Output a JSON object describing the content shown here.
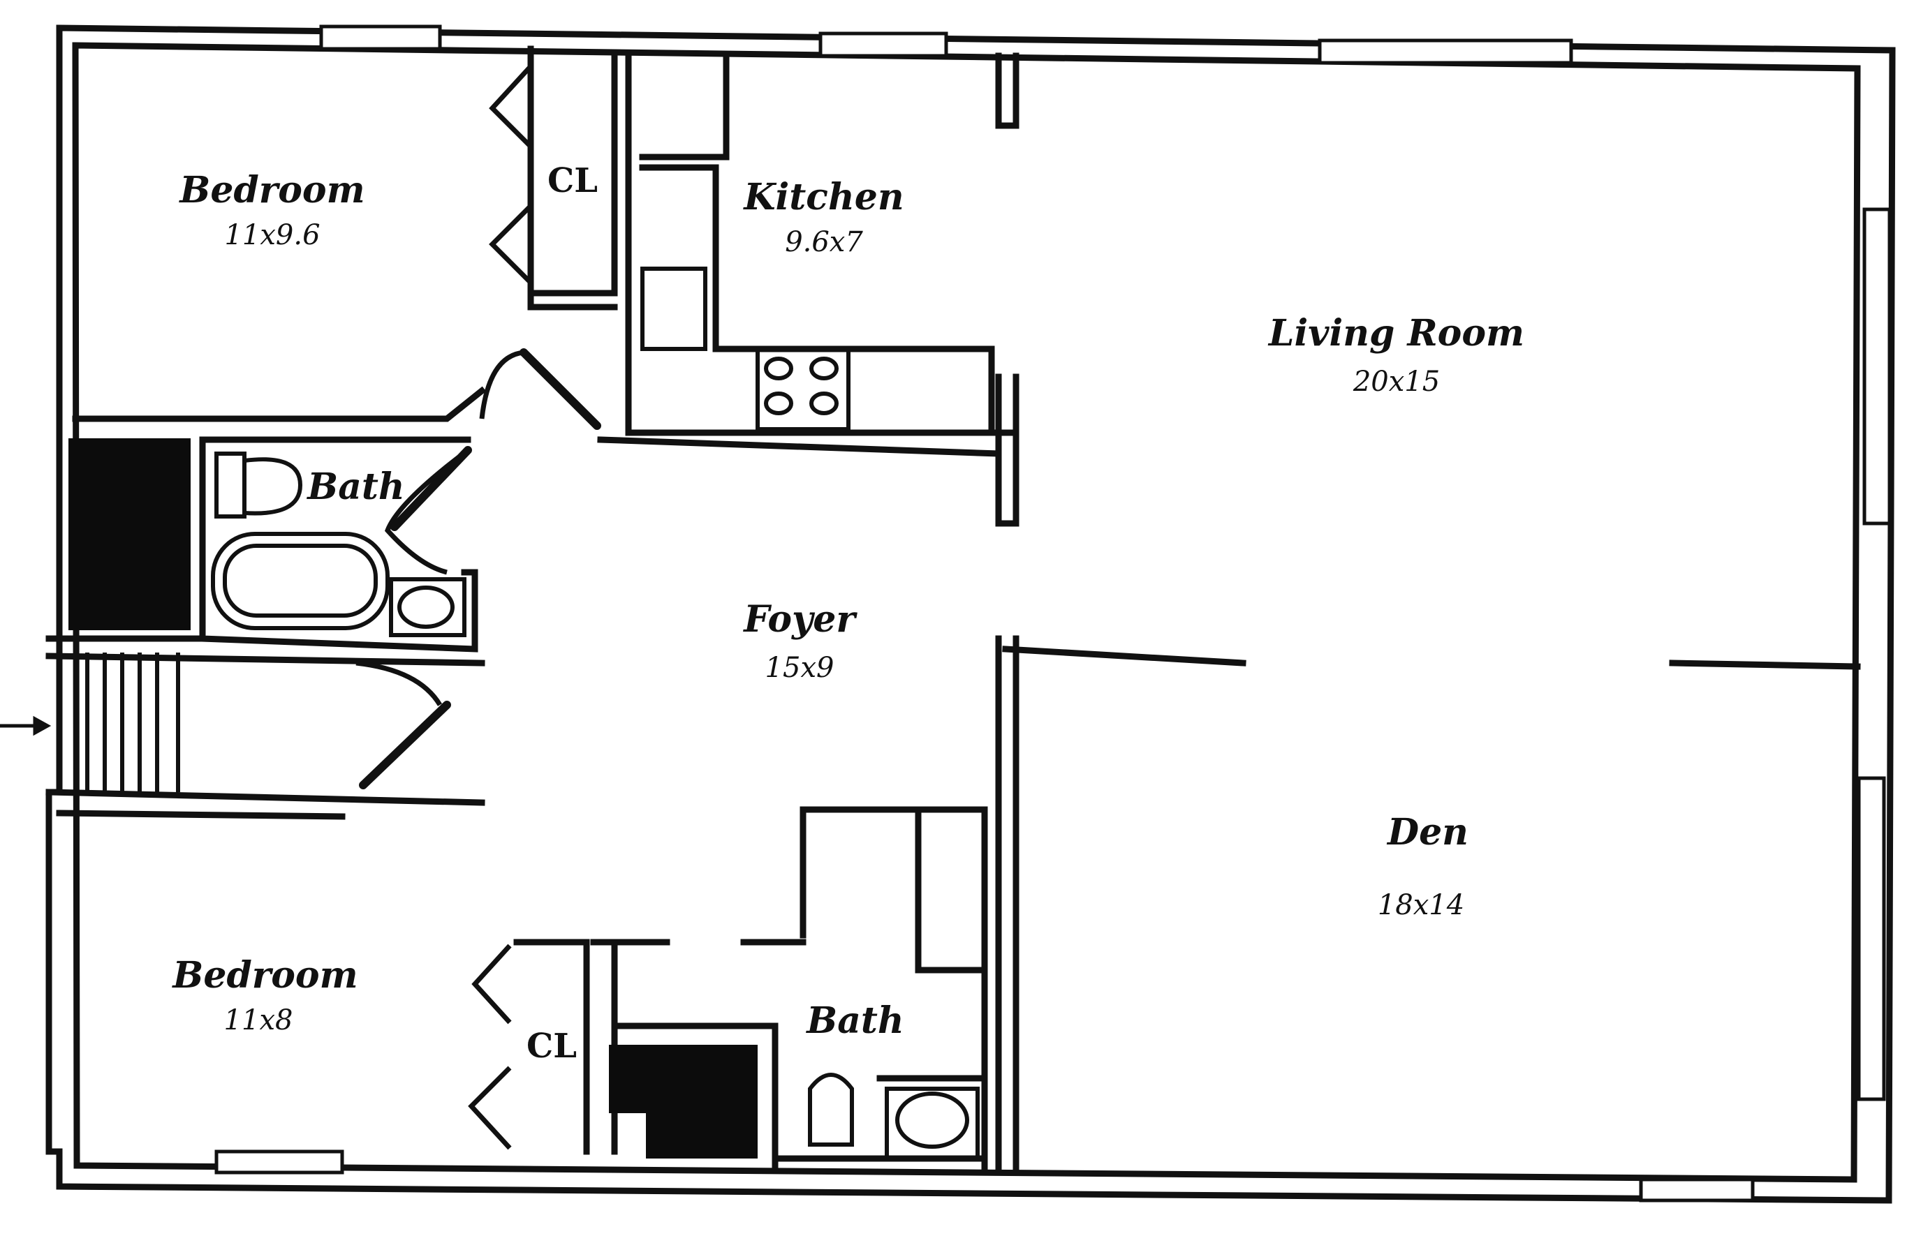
{
  "rooms": {
    "bedroom_top": {
      "name": "Bedroom",
      "dims": "11x9.6"
    },
    "kitchen": {
      "name": "Kitchen",
      "dims": "9.6x7"
    },
    "living_room": {
      "name": "Living Room",
      "dims": "20x15"
    },
    "bath_top": {
      "name": "Bath"
    },
    "foyer": {
      "name": "Foyer",
      "dims": "15x9"
    },
    "den": {
      "name": "Den",
      "dims": "18x14"
    },
    "bedroom_bottom": {
      "name": "Bedroom",
      "dims": "11x8"
    },
    "bath_bottom": {
      "name": "Bath"
    }
  },
  "closets": {
    "top": "CL",
    "bottom": "CL"
  },
  "colors": {
    "ink": "#111111",
    "background": "#ffffff"
  }
}
